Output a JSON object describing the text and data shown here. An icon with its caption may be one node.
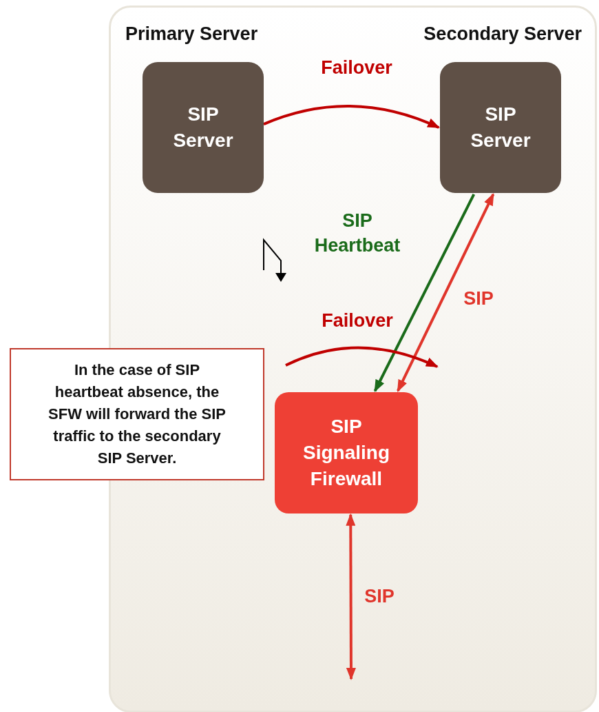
{
  "diagram": {
    "nodes": [
      {
        "text": [
          "Primary Server",
          "SIP Server"
        ]
      },
      {
        "text": [
          "Secondary Server",
          "SIP Server"
        ]
      },
      {
        "text": [
          "SIP Signaling Firewall"
        ]
      },
      {
        "text": [
          "In the case of SIP heartbeat absence, the SFW will forward the SIP traffic to the secondary SIP Server."
        ]
      }
    ],
    "edges": [
      {
        "from": 0,
        "to": 1,
        "arrow": "to",
        "label": "Failover",
        "color": "#c00000"
      },
      {
        "from": 1,
        "to": 2,
        "arrow": "to",
        "label": "SIP Heartbeat",
        "color": "#1a6b1a"
      },
      {
        "from": 2,
        "to": 1,
        "arrow": "both",
        "label": "SIP"
      },
      {
        "from": 2,
        "to": null,
        "arrow": "both",
        "label": "SIP"
      }
    ],
    "labels": [
      "Failover"
    ]
  }
}
